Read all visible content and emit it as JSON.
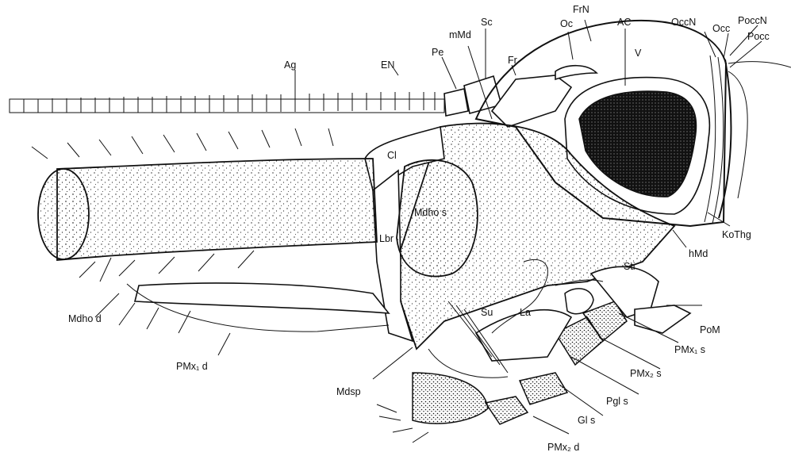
{
  "labels": {
    "Ag": "Ag",
    "EN": "EN",
    "Pe": "Pe",
    "mMd": "mMd",
    "Sc": "Sc",
    "Fr": "Fr",
    "Oc": "Oc",
    "FrN": "FrN",
    "AC": "AC",
    "V": "V",
    "OccN": "OccN",
    "Occ": "Occ",
    "PoccN": "PoccN",
    "Pocc": "Pocc",
    "Cl": "Cl",
    "Mdhos": "Mdho s",
    "Lbr": "Lbr",
    "Mdhod": "Mdho d",
    "KoThg": "KoThg",
    "hMd": "hMd",
    "Sti": "Sti",
    "Su": "Su",
    "La": "La",
    "PoM": "PoM",
    "PMx1s": "PMx₁ s",
    "PMx1d": "PMx₁ d",
    "PMx2s": "PMx₂ s",
    "Pgls": "Pgl s",
    "Gls": "Gl s",
    "Mdsp": "Mdsp",
    "PMx2d": "PMx₂ d"
  },
  "colors": {
    "ink": "#111111",
    "paper": "#ffffff"
  }
}
